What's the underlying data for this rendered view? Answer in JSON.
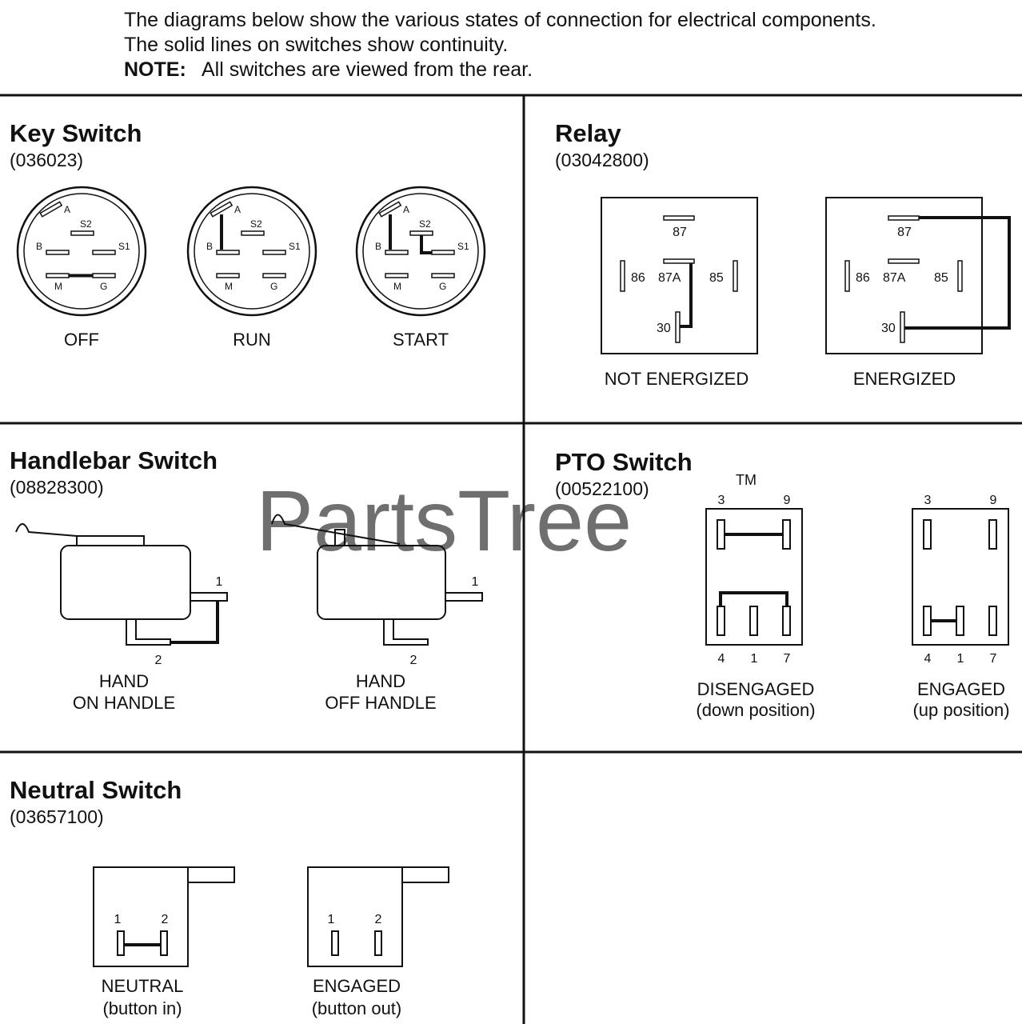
{
  "intro": {
    "line1": "The diagrams below show the various states of connection for electrical components.",
    "line2": "The solid lines on switches show continuity.",
    "note_label": "NOTE:",
    "note_text": "All switches are viewed from the rear."
  },
  "watermark": {
    "text": "PartsTree",
    "tm": "TM"
  },
  "key_switch": {
    "title": "Key Switch",
    "part_number": "(036023)",
    "terminals": {
      "a": "A",
      "s2": "S2",
      "b": "B",
      "s1": "S1",
      "m": "M",
      "g": "G"
    },
    "states": [
      "OFF",
      "RUN",
      "START"
    ]
  },
  "relay": {
    "title": "Relay",
    "part_number": "(03042800)",
    "terminals": {
      "t87": "87",
      "t86": "86",
      "t87a": "87A",
      "t85": "85",
      "t30": "30"
    },
    "states": [
      "NOT ENERGIZED",
      "ENERGIZED"
    ]
  },
  "handlebar_switch": {
    "title": "Handlebar Switch",
    "part_number": "(08828300)",
    "terminals": {
      "t1": "1",
      "t2": "2"
    },
    "states": [
      {
        "line1": "HAND",
        "line2": "ON HANDLE"
      },
      {
        "line1": "HAND",
        "line2": "OFF HANDLE"
      }
    ]
  },
  "pto_switch": {
    "title": "PTO Switch",
    "part_number": "(00522100)",
    "terminals": {
      "t3": "3",
      "t9": "9",
      "t4": "4",
      "t1": "1",
      "t7": "7"
    },
    "states": [
      {
        "line1": "DISENGAGED",
        "line2": "(down position)"
      },
      {
        "line1": "ENGAGED",
        "line2": "(up position)"
      }
    ]
  },
  "neutral_switch": {
    "title": "Neutral Switch",
    "part_number": "(03657100)",
    "terminals": {
      "t1": "1",
      "t2": "2"
    },
    "states": [
      {
        "line1": "NEUTRAL",
        "line2": "(button in)"
      },
      {
        "line1": "ENGAGED",
        "line2": "(button out)"
      }
    ]
  }
}
